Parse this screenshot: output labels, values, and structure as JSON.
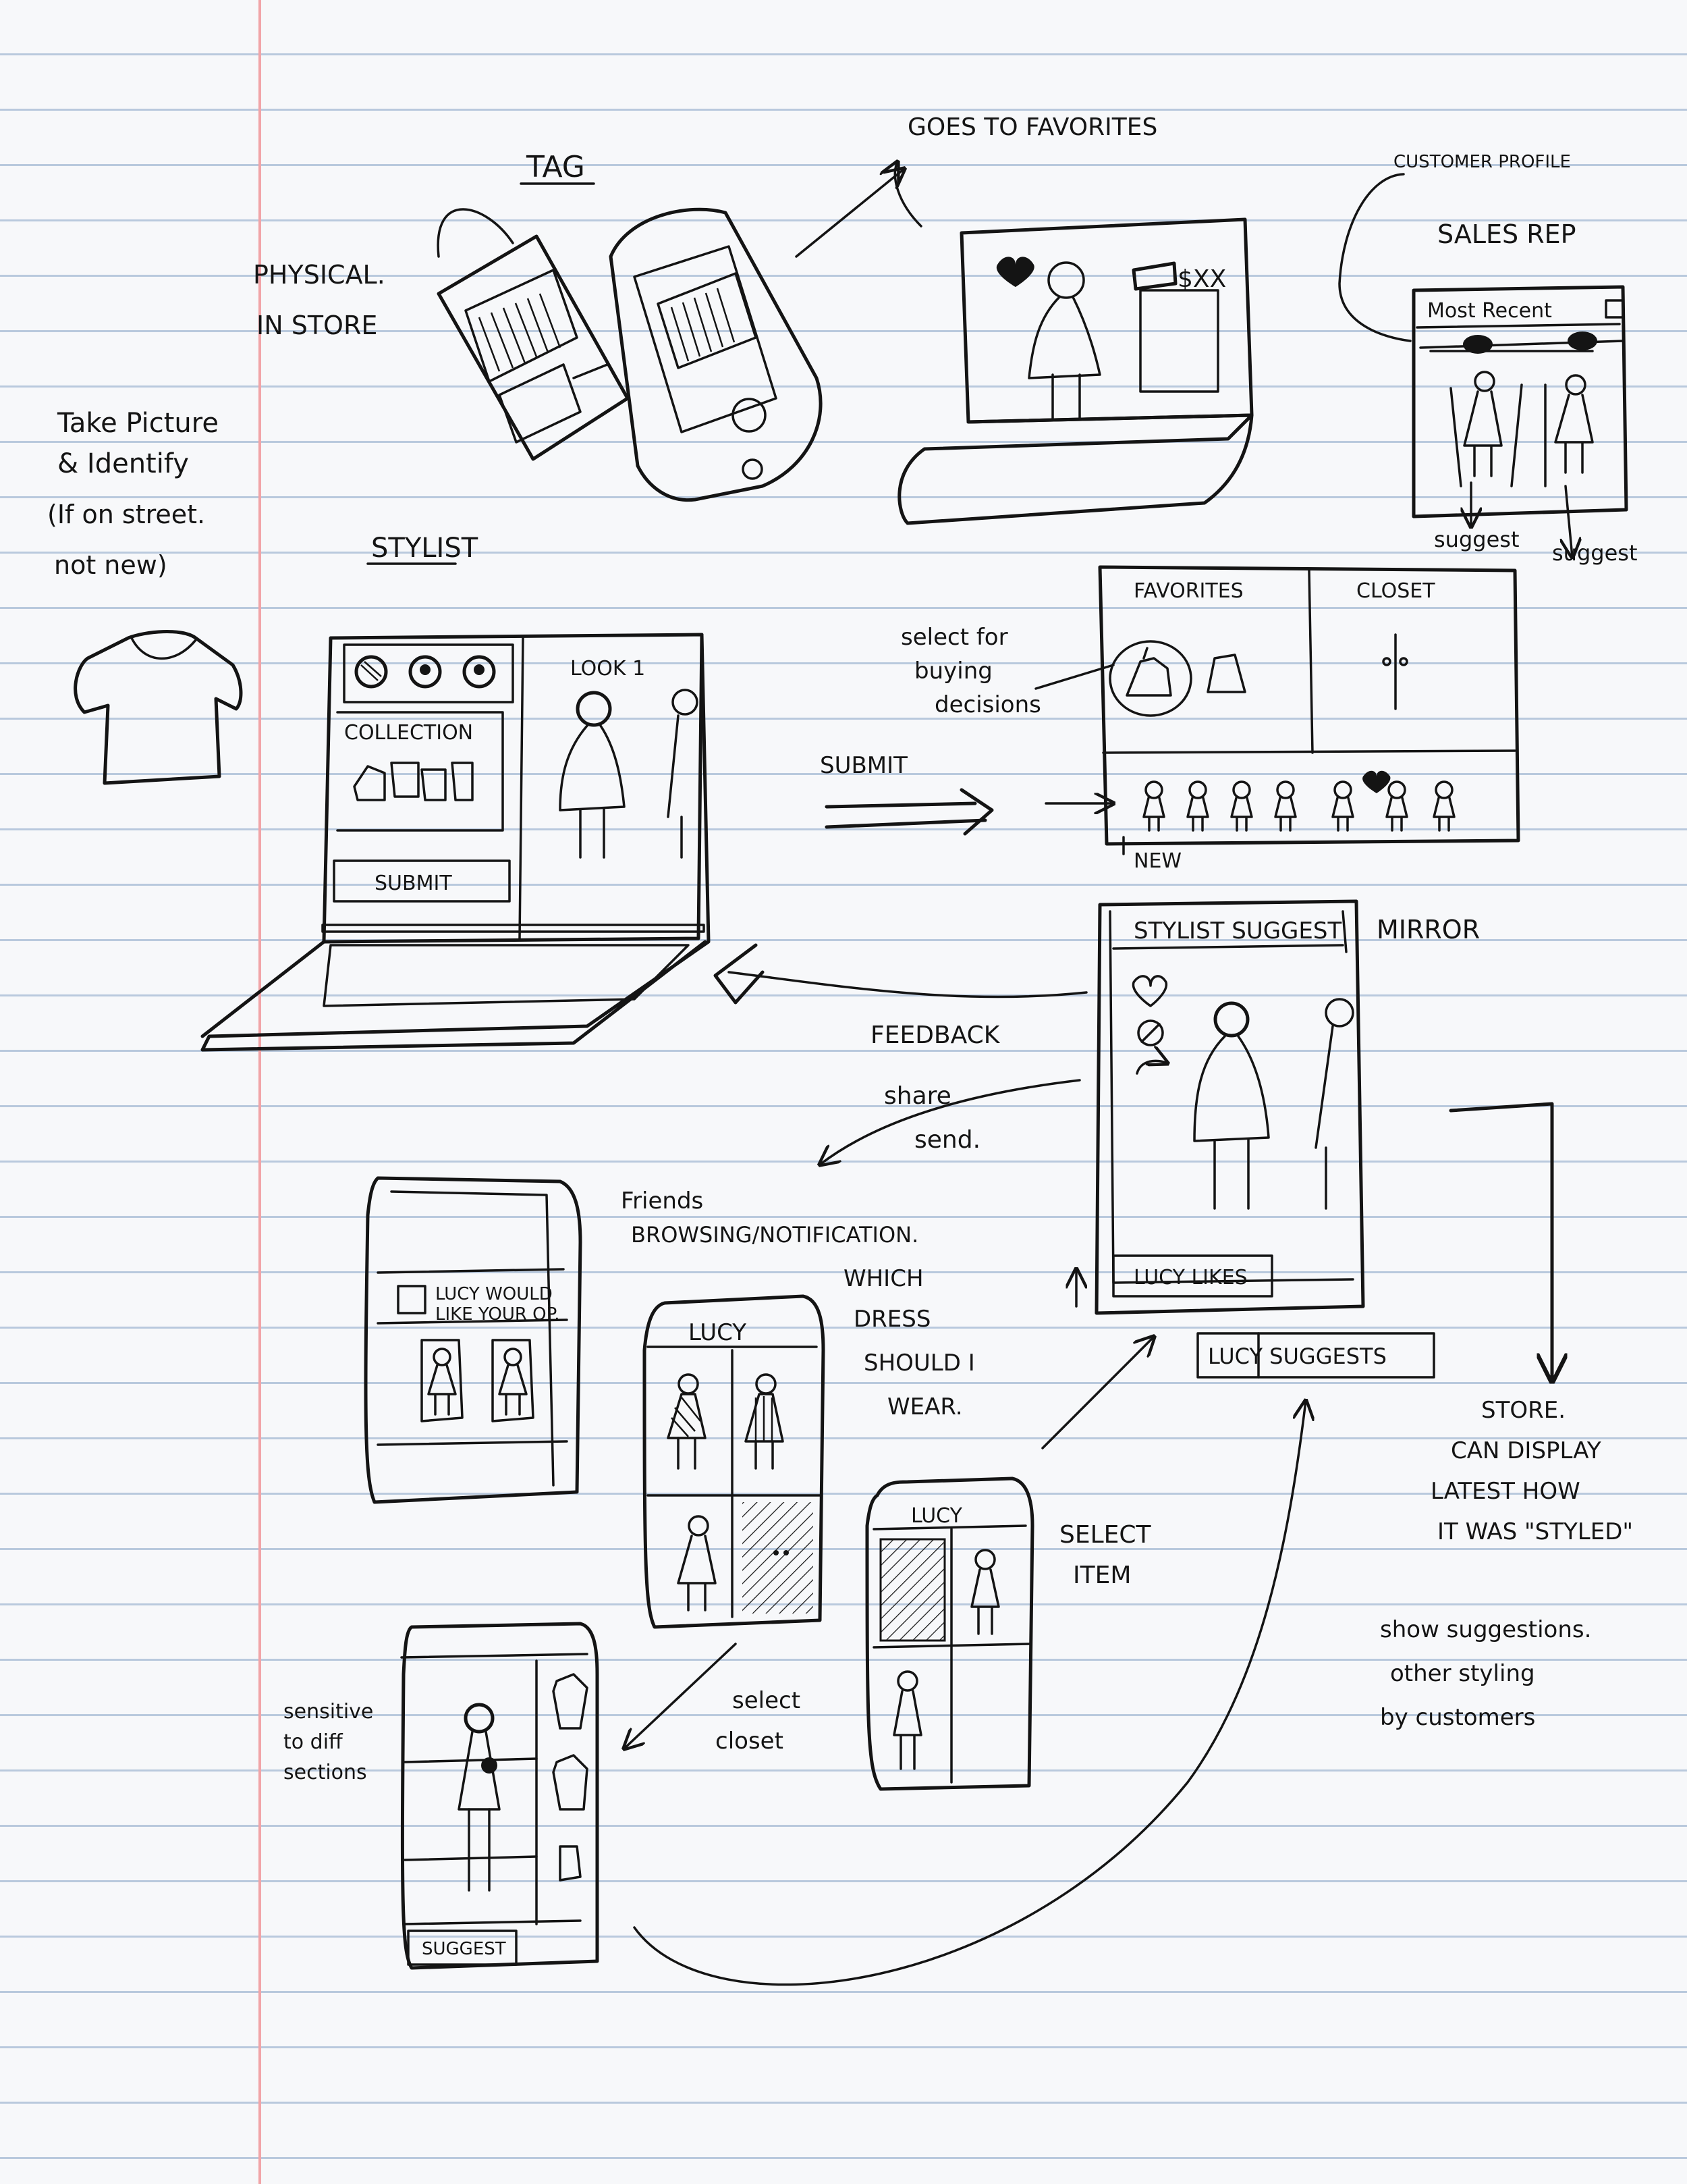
{
  "tag_section": {
    "title": "TAG",
    "note": [
      "PHYSICAL.",
      "IN STORE"
    ],
    "favorites_note": "GOES TO FAVORITES",
    "price": "$XX"
  },
  "take_picture_note": [
    "Take Picture",
    "& Identify",
    "(If on street.",
    "not new)"
  ],
  "customer_profile": {
    "label": "CUSTOMER PROFILE",
    "role": "SALES REP",
    "tab": "Most Recent",
    "suggest_labels": [
      "suggest",
      "suggest"
    ]
  },
  "stylist_laptop": {
    "title": "STYLIST",
    "collection_label": "COLLECTION",
    "look_label": "LOOK 1",
    "submit_button": "SUBMIT"
  },
  "flow_labels": {
    "submit_arrow": "SUBMIT",
    "select_for_buying": [
      "select for",
      "buying",
      "decisions"
    ],
    "new": "NEW",
    "feedback": "FEEDBACK",
    "share": "share",
    "send": "send.",
    "friends": "Friends",
    "browsing_notification": "BROWSING/NOTIFICATION.",
    "which_dress": [
      "WHICH",
      "DRESS",
      "SHOULD I",
      "WEAR."
    ],
    "select_item": [
      "SELECT",
      "ITEM"
    ],
    "select_closet": [
      "select",
      "closet"
    ],
    "sensitive_note": [
      "sensitive",
      "to diff",
      "sections"
    ],
    "store_note": [
      "STORE.",
      "CAN DISPLAY",
      "LATEST HOW",
      "IT WAS \"STYLED\""
    ],
    "show_suggestions": [
      "show suggestions.",
      "other styling",
      "by customers"
    ]
  },
  "favorites_closet": {
    "favorites_label": "FAVORITES",
    "closet_label": "CLOSET"
  },
  "mirror": {
    "header": "STYLIST SUGGEST",
    "label": "MIRROR",
    "likes_button": "LUCY LIKES",
    "suggests_button": "LUCY SUGGESTS"
  },
  "friend_phone": {
    "notification": [
      "LUCY WOULD",
      "LIKE YOUR OP."
    ]
  },
  "lucy_phone_1": {
    "title": "LUCY"
  },
  "lucy_phone_2": {
    "title": "LUCY"
  },
  "closet_phone": {
    "suggest_button": "SUGGEST"
  },
  "icons": [
    "heart-icon",
    "block-icon",
    "share-icon",
    "camera-icon",
    "closet-icon",
    "avatar-icon",
    "tshirt-icon"
  ]
}
